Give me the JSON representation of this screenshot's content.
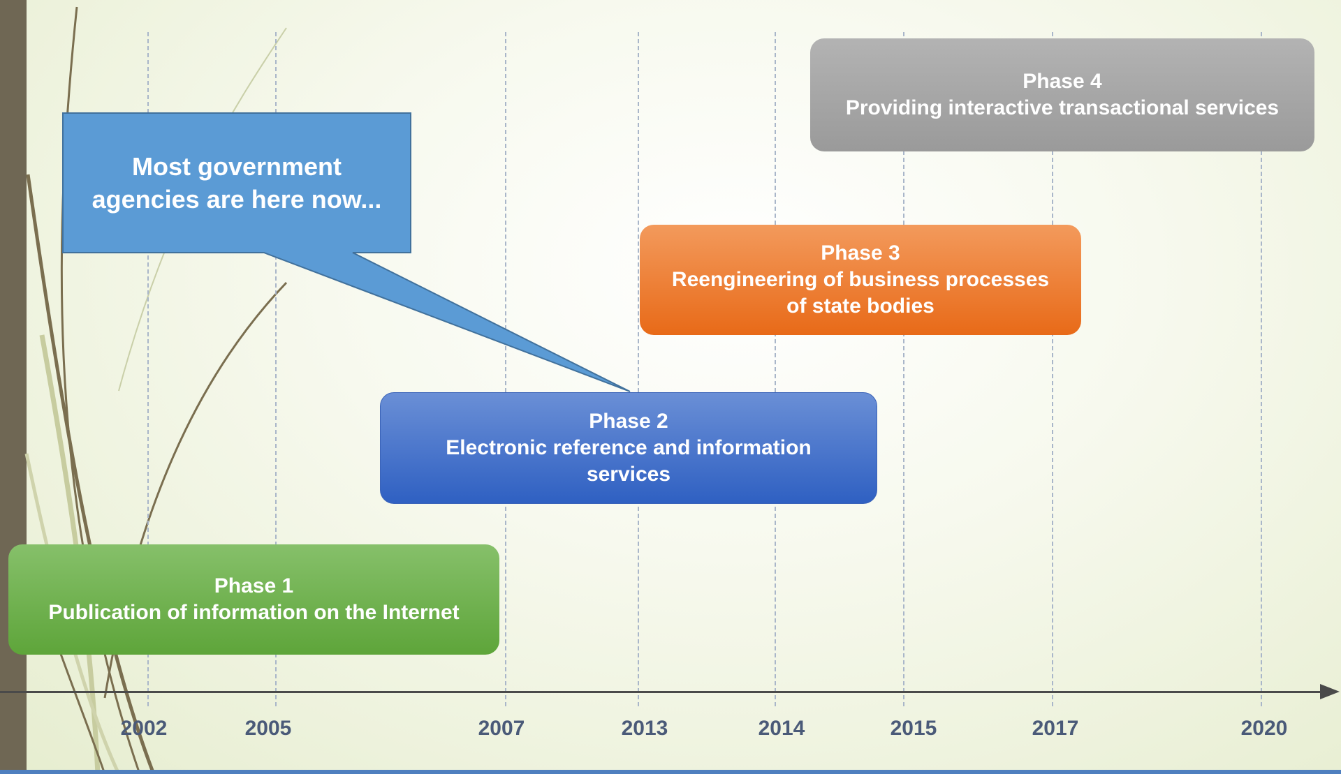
{
  "years": [
    "2002",
    "2005",
    "2007",
    "2013",
    "2014",
    "2015",
    "2017",
    "2020"
  ],
  "phases": [
    {
      "title": "Phase 1",
      "lines": [
        "Publication of information on the Internet"
      ],
      "color": "#6cb045"
    },
    {
      "title": "Phase 2",
      "lines": [
        "Electronic reference and information",
        "services"
      ],
      "color": "#3d6cc9"
    },
    {
      "title": "Phase 3",
      "lines": [
        "Reengineering of business processes",
        "of state bodies"
      ],
      "color": "#ec7a2c"
    },
    {
      "title": "Phase 4",
      "lines": [
        "Providing interactive transactional services"
      ],
      "color": "#a6a6a6"
    }
  ],
  "callout": {
    "lines": [
      "Most government",
      "agencies are here now..."
    ],
    "color": "#5b9bd5"
  }
}
